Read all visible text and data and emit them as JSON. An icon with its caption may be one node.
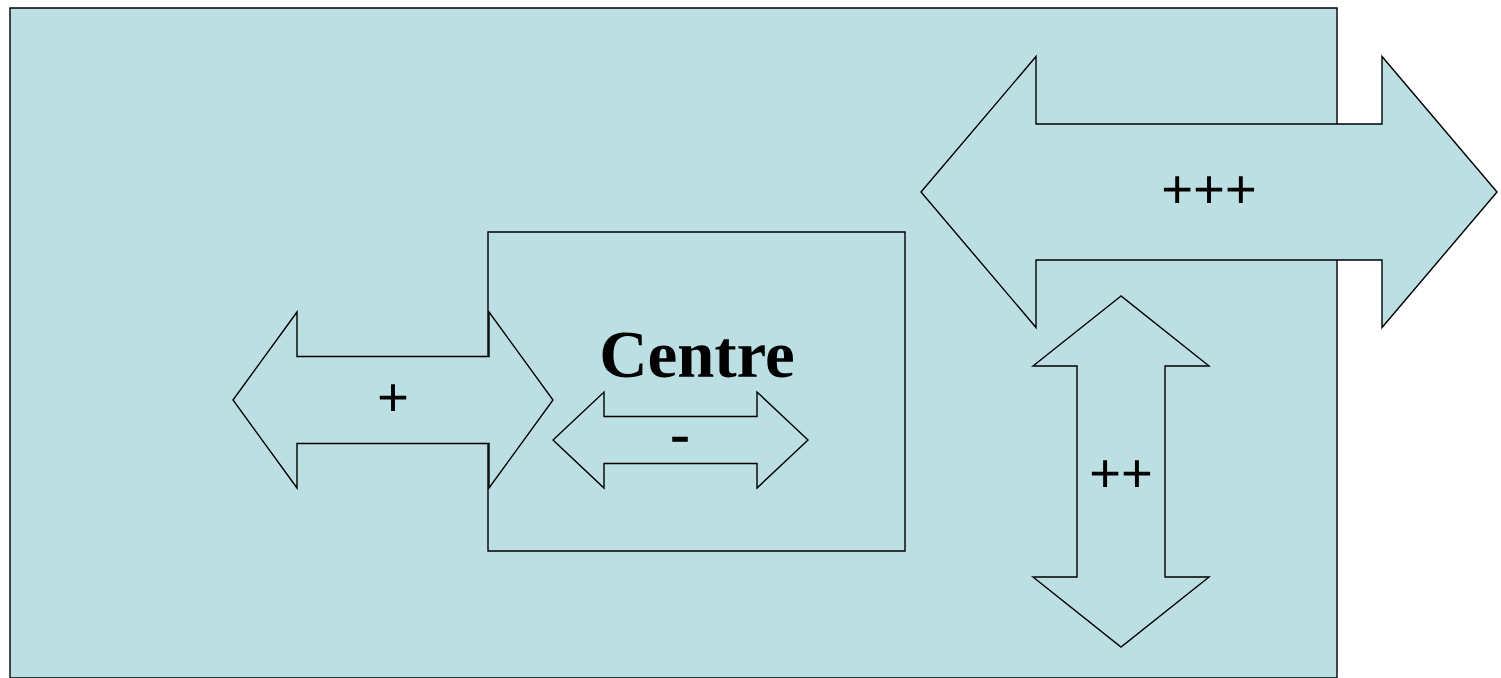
{
  "diagram": {
    "nodes": [
      {
        "text": [],
        "shape": "box"
      },
      {
        "text": [
          "Centre"
        ],
        "in": 0
      },
      {
        "text": [
          "+"
        ],
        "in": 0
      },
      {
        "text": [
          "-"
        ],
        "in": 1
      },
      {
        "text": [
          "+++"
        ]
      },
      {
        "text": [
          "++"
        ],
        "in": 0
      }
    ]
  }
}
